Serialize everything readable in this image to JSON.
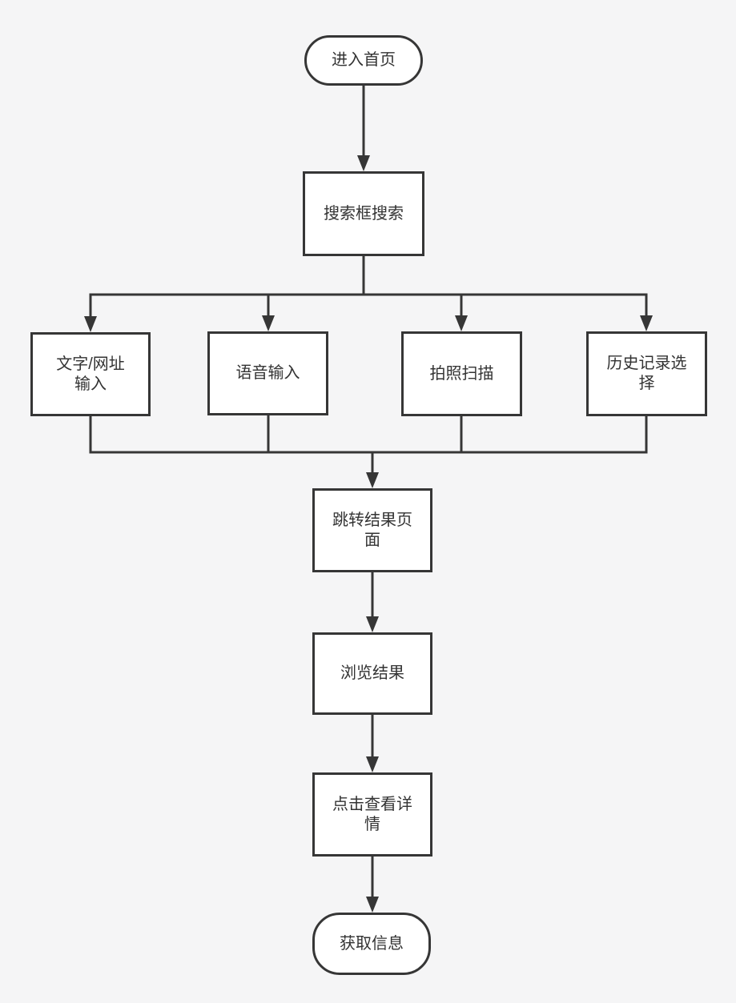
{
  "colors": {
    "background": "#f5f5f6",
    "node_fill": "#ffffff",
    "node_border": "#363636",
    "text": "#333333",
    "connector": "#363636"
  },
  "diagram": {
    "type": "flowchart",
    "nodes": [
      {
        "id": "start",
        "shape": "terminator",
        "label": "进入首页"
      },
      {
        "id": "search",
        "shape": "process",
        "label": "搜索框搜索"
      },
      {
        "id": "text",
        "shape": "process",
        "label": "文字/网址\n输入"
      },
      {
        "id": "voice",
        "shape": "process",
        "label": "语音输入"
      },
      {
        "id": "photo",
        "shape": "process",
        "label": "拍照扫描"
      },
      {
        "id": "history",
        "shape": "process",
        "label": "历史记录选\n择"
      },
      {
        "id": "jump",
        "shape": "process",
        "label": "跳转结果页\n面"
      },
      {
        "id": "browse",
        "shape": "process",
        "label": "浏览结果"
      },
      {
        "id": "detail",
        "shape": "process",
        "label": "点击查看详\n情"
      },
      {
        "id": "end",
        "shape": "terminator",
        "label": "获取信息"
      }
    ],
    "edges": [
      {
        "from": "start",
        "to": "search"
      },
      {
        "from": "search",
        "to": "text"
      },
      {
        "from": "search",
        "to": "voice"
      },
      {
        "from": "search",
        "to": "photo"
      },
      {
        "from": "search",
        "to": "history"
      },
      {
        "from": "text",
        "to": "jump"
      },
      {
        "from": "voice",
        "to": "jump"
      },
      {
        "from": "photo",
        "to": "jump"
      },
      {
        "from": "history",
        "to": "jump"
      },
      {
        "from": "jump",
        "to": "browse"
      },
      {
        "from": "browse",
        "to": "detail"
      },
      {
        "from": "detail",
        "to": "end"
      }
    ]
  }
}
